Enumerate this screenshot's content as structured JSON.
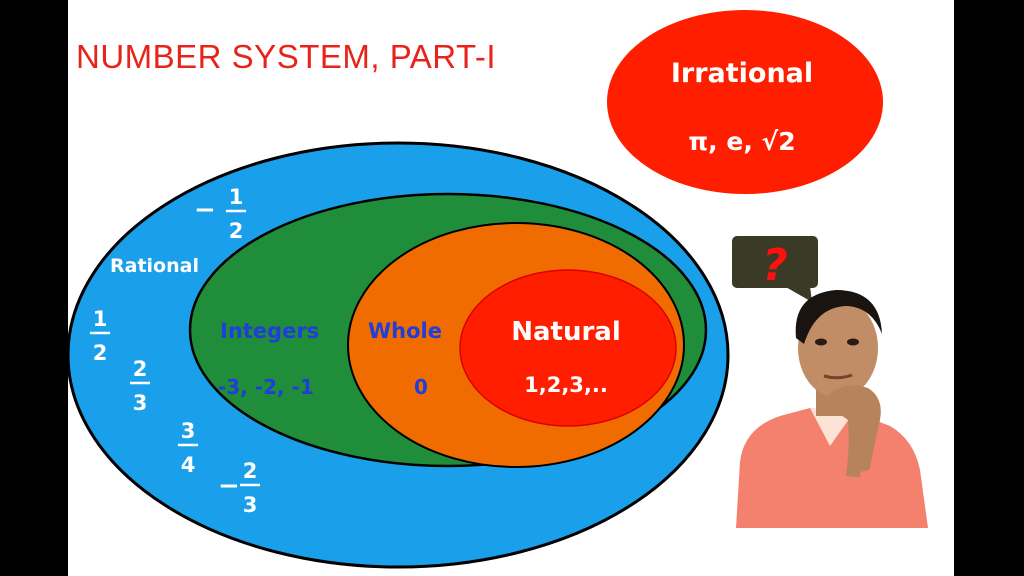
{
  "title": "NUMBER SYSTEM, PART-I",
  "irrational": {
    "label": "Irrational",
    "examples": "π, e, √2"
  },
  "rational": {
    "label": "Rational",
    "fractions": [
      {
        "sign": "−",
        "num": "1",
        "den": "2"
      },
      {
        "sign": "",
        "num": "1",
        "den": "2"
      },
      {
        "sign": "",
        "num": "2",
        "den": "3"
      },
      {
        "sign": "",
        "num": "3",
        "den": "4"
      },
      {
        "sign": "−",
        "num": "2",
        "den": "3"
      }
    ]
  },
  "integers": {
    "label": "Integers",
    "examples": "-3, -2, -1"
  },
  "whole": {
    "label": "Whole",
    "examples": "0"
  },
  "natural": {
    "label": "Natural",
    "examples": "1,2,3,.."
  },
  "speech_bubble": {
    "symbol": "?"
  },
  "colors": {
    "background": "#ffffff",
    "frame": "#000000",
    "title": "#e8231a",
    "irrational_fill": "#ff1f00",
    "rational_fill": "#1aa0ea",
    "integers_fill": "#1f8d3a",
    "whole_fill": "#f06c00",
    "natural_fill": "#ff1f00",
    "text_light": "#ffffff",
    "text_blue": "#1f3fd8",
    "bubble_fill": "#3a3a26",
    "bubble_symbol": "#ff1010"
  }
}
